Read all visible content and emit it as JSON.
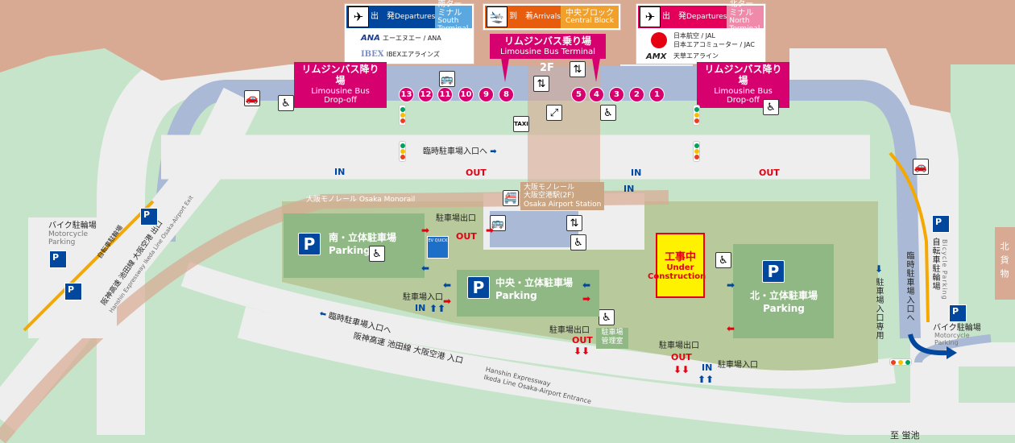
{
  "colors": {
    "terminal": "#d9aa93",
    "inner_road": "#a9b9d6",
    "road": "#eeeeee",
    "grass": "#c6e4c9",
    "parking_zone": "#b8c99b",
    "parking_building": "#8fb884",
    "limousine": "#d6006f",
    "south_dep": "#00479d",
    "south_term": "#5ba8e0",
    "arr": "#e85c0d",
    "central": "#f1a02c",
    "north_dep": "#e4005a",
    "north_term": "#f08aab",
    "construction": "#fff200",
    "out": "#e60012",
    "in": "#00479d"
  },
  "signs": {
    "south": {
      "icon": "departure-plane-icon",
      "dep_ja": "出　発",
      "dep_en": "Departures",
      "term_ja": "南ターミナル",
      "term_en": "South Terminal",
      "airlines": [
        {
          "logo": "ANA",
          "name": "エーエヌエー / ANA"
        },
        {
          "logo": "IBEX",
          "name": "IBEXエアラインズ"
        }
      ]
    },
    "central": {
      "icon": "arrival-plane-icon",
      "arr_ja": "到　着",
      "arr_en": "Arrivals",
      "block_ja": "中央ブロック",
      "block_en": "Central Block"
    },
    "north": {
      "icon": "departure-plane-icon",
      "dep_ja": "出　発",
      "dep_en": "Departures",
      "term_ja": "北ターミナル",
      "term_en": "North Terminal",
      "airlines": [
        {
          "logo": "JAL",
          "name": "日本航空 / JAL"
        },
        {
          "logo": "",
          "name": "日本エアコミューター / JAC"
        },
        {
          "logo": "AMX",
          "name": "天草エアライン"
        }
      ]
    }
  },
  "limousine": {
    "terminal_ja": "リムジンバス乗り場",
    "terminal_en": "Limousine Bus Terminal",
    "dropoff_ja": "リムジンバス降り場",
    "dropoff_en1": "Limousine Bus",
    "dropoff_en2": "Drop-off",
    "stops": [
      "13",
      "12",
      "11",
      "10",
      "9",
      "8",
      "5",
      "4",
      "3",
      "2",
      "1"
    ]
  },
  "floor": "2F",
  "labels": {
    "temp_parking_entrance": "臨時駐車場入口へ",
    "in": "IN",
    "out": "OUT",
    "exit": "駐車場出口",
    "entrance": "駐車場入口",
    "monorail": "大阪モノレール  Osaka Monorail",
    "station_ja1": "大阪モノレール",
    "station_ja2": "大阪空港駅(2F)",
    "station_en": "Osaka Airport Station",
    "ev": "EV QUICK",
    "management_office": "駐車場管理室",
    "construction_ja": "工事中",
    "construction_en1": "Under",
    "construction_en2": "Construction",
    "hanshin_ja": "阪神高速 池田線 大阪空港 入口",
    "hanshin_en1": "Hanshin Expressway",
    "hanshin_en2": "Ikeda Line Osaka-Airport Entrance",
    "hanshin_exit_ja": "阪神高速 池田線 大阪空港 出口",
    "hanshin_exit_en": "Hanshin Expressway Ikeda Line Osaka-Airport Exit",
    "moto_ja": "バイク駐輪場",
    "moto_en1": "Motorcycle",
    "moto_en2": "Parking",
    "bicycle_ja": "自転車駐輪場",
    "bicycle_en": "Bicycle Parking",
    "entrance_only": "駐車場入口専用",
    "north_cargo": "北貨物",
    "to_hotarugaike": "至 蛍池"
  },
  "parking": {
    "south": {
      "ja": "南・立体駐車場",
      "en": "Parking"
    },
    "central": {
      "ja": "中央・立体駐車場",
      "en": "Parking"
    },
    "north": {
      "ja": "北・立体駐車場",
      "en": "Parking"
    },
    "p": "P"
  },
  "icons": {
    "wheelchair": "♿",
    "bus": "🚌",
    "taxi": "TAXI",
    "elevator": "⇅",
    "escalator": "⤢",
    "train": "🚝",
    "car": "🚗"
  }
}
